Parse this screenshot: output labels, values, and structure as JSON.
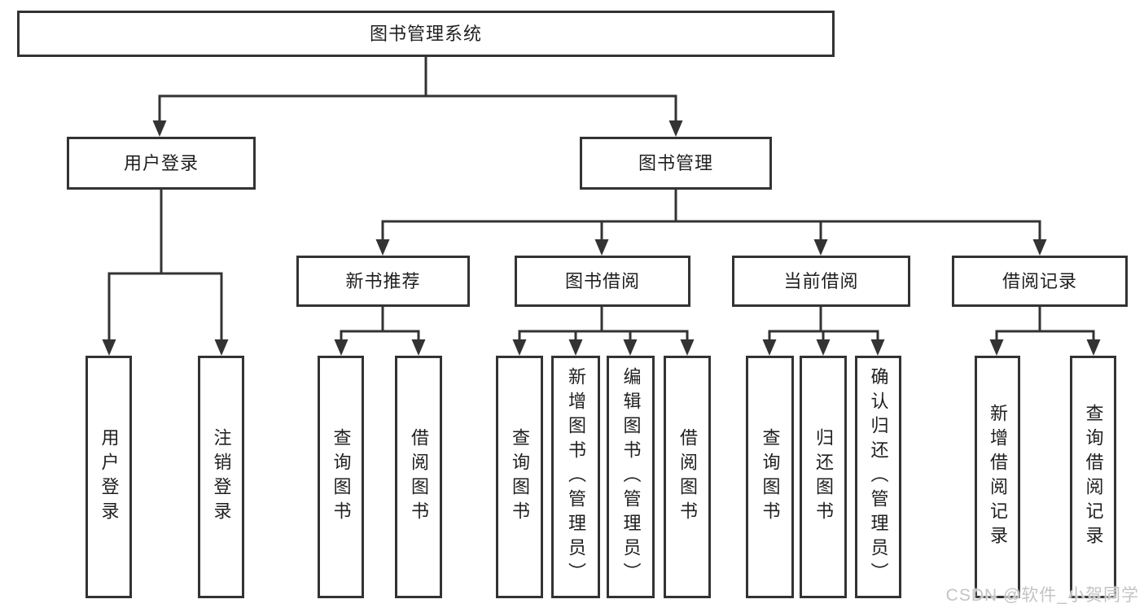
{
  "diagram": {
    "title": "图书管理系统",
    "nodes": {
      "root": {
        "label": "图书管理系统"
      },
      "user_login": {
        "label": "用户登录"
      },
      "book_mgmt": {
        "label": "图书管理"
      },
      "new_book_rec": {
        "label": "新书推荐"
      },
      "book_borrow": {
        "label": "图书借阅"
      },
      "current_borrow": {
        "label": "当前借阅"
      },
      "borrow_records": {
        "label": "借阅记录"
      },
      "leaf_user_login": {
        "label": "用户登录"
      },
      "leaf_logout_login": {
        "label": "注销登录"
      },
      "leaf_query_book_rec": {
        "label": "查询图书"
      },
      "leaf_borrow_book_rec": {
        "label": "借阅图书"
      },
      "leaf_query_book_borrow": {
        "label": "查询图书"
      },
      "leaf_add_book_admin": {
        "label": "新增图书（管理员）"
      },
      "leaf_edit_book_admin": {
        "label": "编辑图书（管理员）"
      },
      "leaf_borrow_book_borrow": {
        "label": "借阅图书"
      },
      "leaf_query_book_current": {
        "label": "查询图书"
      },
      "leaf_return_book": {
        "label": "归还图书"
      },
      "leaf_confirm_return_admin": {
        "label": "确认归还（管理员）"
      },
      "leaf_add_borrow_record": {
        "label": "新增借阅记录"
      },
      "leaf_query_borrow_record": {
        "label": "查询借阅记录"
      }
    },
    "hierarchy": {
      "图书管理系统": [
        "用户登录",
        "图书管理"
      ],
      "用户登录": [
        "用户登录",
        "注销登录"
      ],
      "图书管理": [
        "新书推荐",
        "图书借阅",
        "当前借阅",
        "借阅记录"
      ],
      "新书推荐": [
        "查询图书",
        "借阅图书"
      ],
      "图书借阅": [
        "查询图书",
        "新增图书（管理员）",
        "编辑图书（管理员）",
        "借阅图书"
      ],
      "当前借阅": [
        "查询图书",
        "归还图书",
        "确认归还（管理员）"
      ],
      "借阅记录": [
        "新增借阅记录",
        "查询借阅记录"
      ]
    }
  },
  "watermark": {
    "text": "CSDN @软件_小贺同学"
  },
  "colors": {
    "background": "#ffffff",
    "line": "#333333",
    "box_border": "#333333",
    "box_fill": "#ffffff",
    "text": "#1f1f1f",
    "watermark": "#c4c4c4"
  }
}
